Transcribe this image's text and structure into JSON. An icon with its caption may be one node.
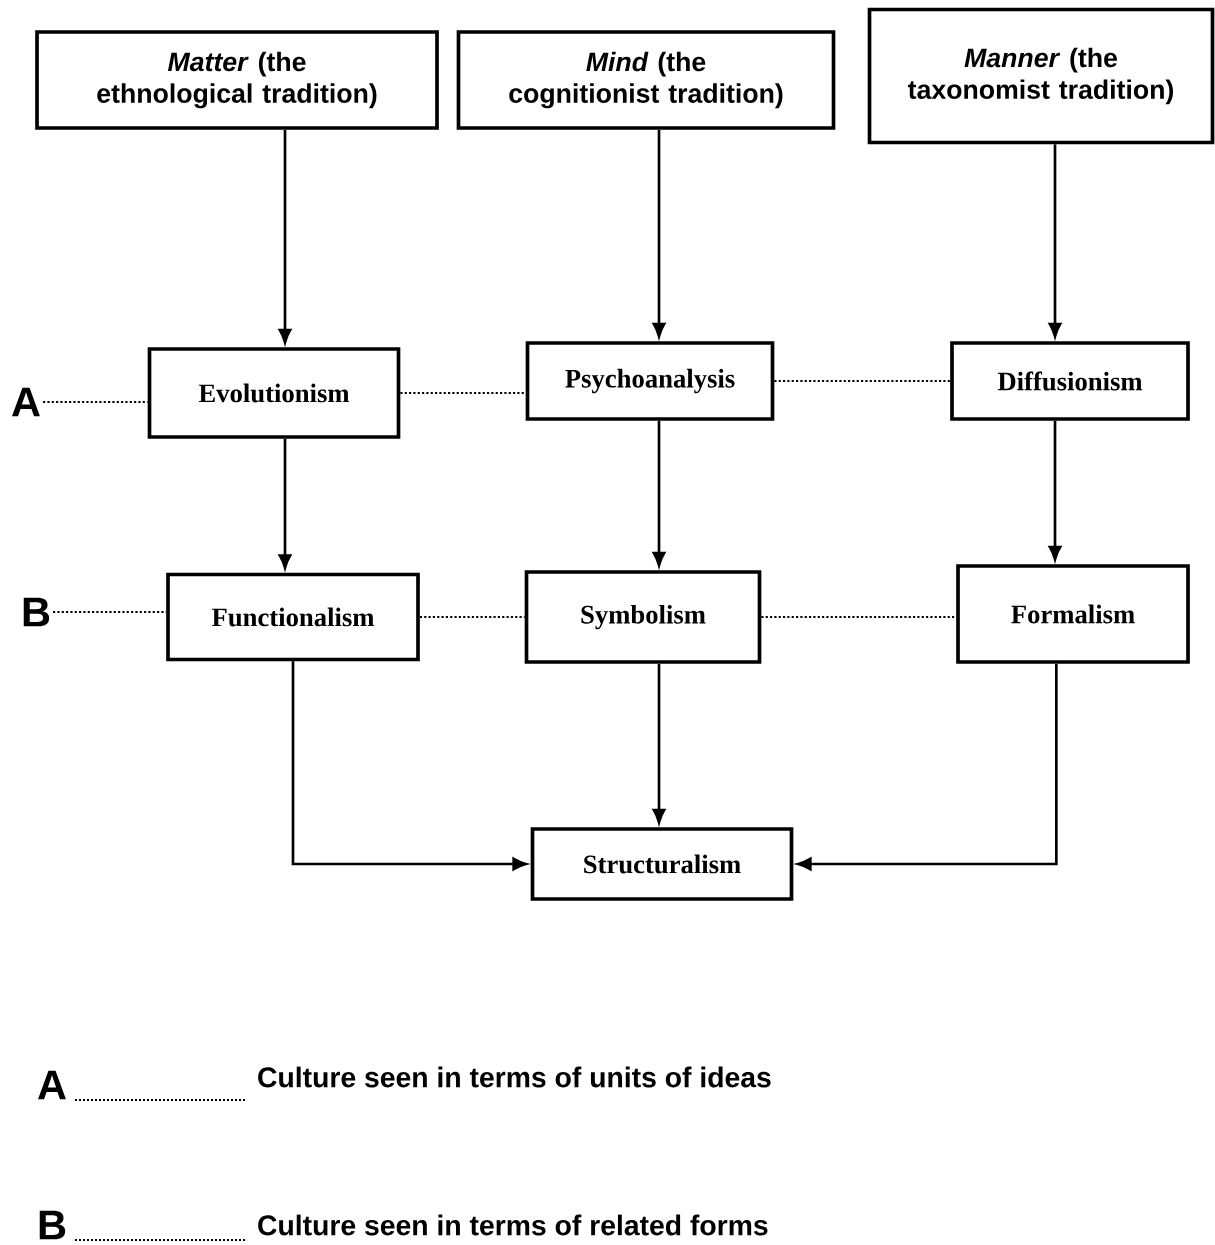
{
  "diagram": {
    "nodes": [
      {
        "text": [
          "*Matter* (the ethnological tradition)"
        ]
      },
      {
        "text": [
          "*Mind* (the cognitionist tradition)"
        ]
      },
      {
        "text": [
          "*Manner* (the taxonomist tradition)"
        ]
      },
      {
        "text": [
          "A"
        ]
      },
      {
        "text": [
          "Evolutionism"
        ]
      },
      {
        "text": [
          "Psychoanalysis"
        ]
      },
      {
        "text": [
          "Diffusionism"
        ]
      },
      {
        "text": [
          "B"
        ]
      },
      {
        "text": [
          "Functionalism"
        ]
      },
      {
        "text": [
          "Symbolism"
        ]
      },
      {
        "text": [
          "Formalism"
        ]
      },
      {
        "text": [
          "Structuralism"
        ]
      }
    ],
    "edges": [
      {
        "from": 0,
        "to": 4,
        "arrow": "to"
      },
      {
        "from": 1,
        "to": 5,
        "arrow": "to"
      },
      {
        "from": 2,
        "to": 6,
        "arrow": "to"
      },
      {
        "from": 3,
        "to": 4,
        "arrow": "none",
        "style": "dashed"
      },
      {
        "from": 4,
        "to": 5,
        "arrow": "none",
        "style": "dashed"
      },
      {
        "from": 5,
        "to": 6,
        "arrow": "none",
        "style": "dashed"
      },
      {
        "from": 4,
        "to": 8,
        "arrow": "to"
      },
      {
        "from": 5,
        "to": 9,
        "arrow": "to"
      },
      {
        "from": 6,
        "to": 10,
        "arrow": "to"
      },
      {
        "from": 7,
        "to": 8,
        "arrow": "none",
        "style": "dashed"
      },
      {
        "from": 8,
        "to": 9,
        "arrow": "none",
        "style": "dashed"
      },
      {
        "from": 9,
        "to": 10,
        "arrow": "none",
        "style": "dashed"
      },
      {
        "from": 8,
        "to": 11,
        "arrow": "to"
      },
      {
        "from": 9,
        "to": 11,
        "arrow": "to"
      },
      {
        "from": 10,
        "to": 11,
        "arrow": "to"
      }
    ],
    "labels": [
      "A",
      "Culture seen in terms of units of ideas",
      "B",
      "Culture seen in terms of related forms"
    ]
  }
}
